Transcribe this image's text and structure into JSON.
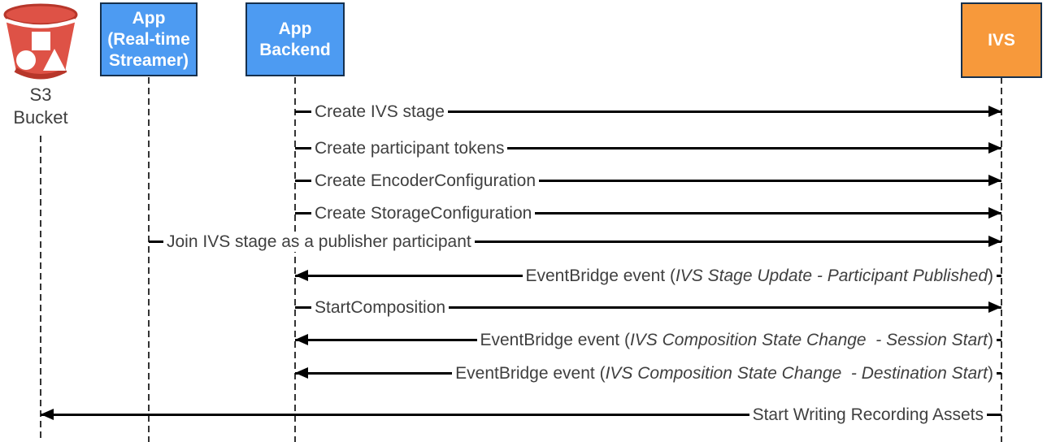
{
  "colors": {
    "actor_fill_blue": "#4D9BF2",
    "actor_fill_orange": "#F7993B",
    "actor_border": "#16304D",
    "bucket_red": "#DE5246",
    "bucket_dark_red": "#B7362A",
    "text": "#3F3F3F",
    "arrow_line": "#000000"
  },
  "actors": {
    "s3": {
      "icon": "s3-bucket-icon",
      "lines": [
        "S3",
        "Bucket"
      ]
    },
    "streamer": {
      "lines": [
        "App",
        "(Real-time",
        "Streamer)"
      ]
    },
    "backend": {
      "lines": [
        "App",
        "Backend"
      ]
    },
    "ivs": {
      "lines": [
        "IVS"
      ]
    }
  },
  "messages": [
    {
      "from": "App Backend",
      "to": "IVS",
      "direction": "right",
      "prefix": "Create IVS stage",
      "italic": "",
      "suffix": ""
    },
    {
      "from": "App Backend",
      "to": "IVS",
      "direction": "right",
      "prefix": "Create participant tokens",
      "italic": "",
      "suffix": ""
    },
    {
      "from": "App Backend",
      "to": "IVS",
      "direction": "right",
      "prefix": "Create EncoderConfiguration",
      "italic": "",
      "suffix": ""
    },
    {
      "from": "App Backend",
      "to": "IVS",
      "direction": "right",
      "prefix": "Create StorageConfiguration",
      "italic": "",
      "suffix": ""
    },
    {
      "from": "App (Real-time Streamer)",
      "to": "IVS",
      "direction": "right",
      "prefix": "Join IVS stage as a publisher participant",
      "italic": "",
      "suffix": ""
    },
    {
      "from": "IVS",
      "to": "App Backend",
      "direction": "left",
      "prefix": "EventBridge event (",
      "italic": "IVS Stage Update - Participant Published",
      "suffix": ")"
    },
    {
      "from": "App Backend",
      "to": "IVS",
      "direction": "right",
      "prefix": "StartComposition",
      "italic": "",
      "suffix": ""
    },
    {
      "from": "IVS",
      "to": "App Backend",
      "direction": "left",
      "prefix": "EventBridge event (",
      "italic": "IVS Composition State Change  - Session Start",
      "suffix": ")"
    },
    {
      "from": "IVS",
      "to": "App Backend",
      "direction": "left",
      "prefix": "EventBridge event (",
      "italic": "IVS Composition State Change  - Destination Start",
      "suffix": ")"
    },
    {
      "from": "IVS",
      "to": "S3 Bucket",
      "direction": "left",
      "prefix": "Start Writing Recording Assets",
      "italic": "",
      "suffix": ""
    }
  ]
}
